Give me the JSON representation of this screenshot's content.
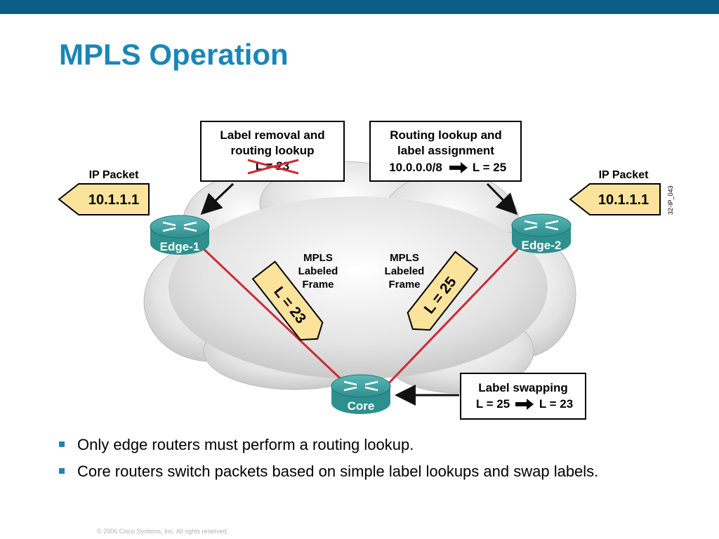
{
  "slide": {
    "title": "MPLS Operation",
    "footer": "© 2006 Cisco Systems, Inc. All rights reserved.",
    "bullets": [
      "Only edge routers must perform a routing lookup.",
      "Core routers switch packets based on simple label lookups and swap labels."
    ]
  },
  "diagram": {
    "callout_left": {
      "line1": "Label removal and",
      "line2": "routing lookup",
      "struck": "L = 23"
    },
    "callout_right": {
      "line1": "Routing lookup and",
      "line2": "label assignment",
      "prefix": "10.0.0.0/8",
      "label": "L = 25"
    },
    "callout_core": {
      "line1": "Label swapping",
      "from": "L = 25",
      "to": "L = 23"
    },
    "ip_packet_left": {
      "caption": "IP Packet",
      "address": "10.1.1.1"
    },
    "ip_packet_right": {
      "caption": "IP Packet",
      "address": "10.1.1.1"
    },
    "frame_left": {
      "line1": "MPLS",
      "line2": "Labeled",
      "line3": "Frame",
      "label": "L = 23"
    },
    "frame_right": {
      "line1": "MPLS",
      "line2": "Labeled",
      "line3": "Frame",
      "label": "L = 25"
    },
    "routers": {
      "edge1": "Edge-1",
      "edge2": "Edge-2",
      "core": "Core"
    },
    "figure_id": "32-IP_043",
    "colors": {
      "router": "#2e8f8f",
      "link": "#cc2a36",
      "tag": "#fbe39c",
      "title": "#1a86b8",
      "topbar": "#0a5f86"
    }
  }
}
